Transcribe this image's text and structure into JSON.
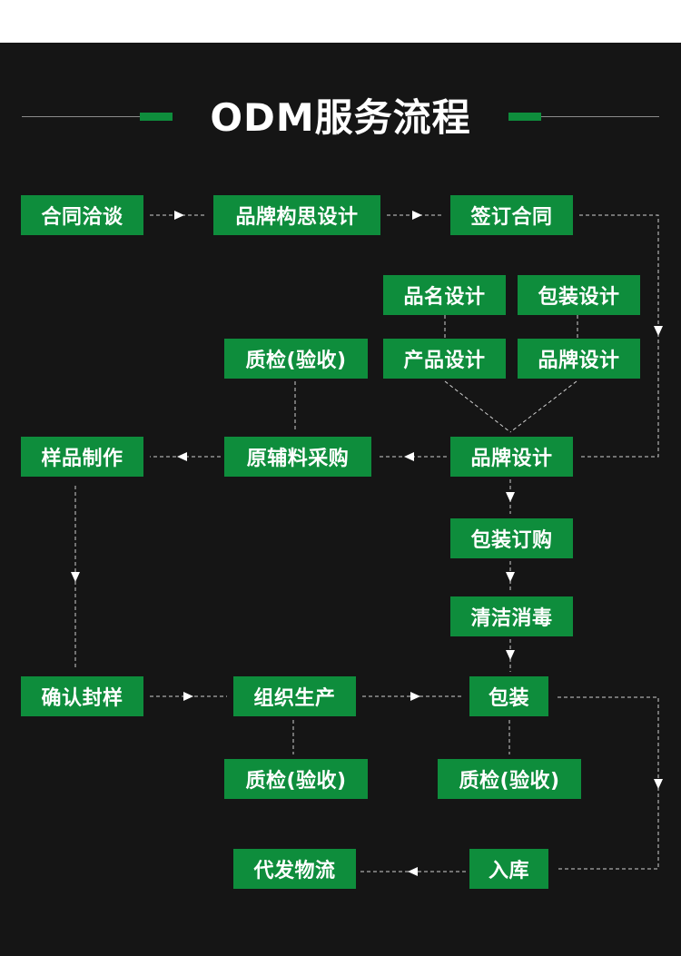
{
  "title": "ODM服务流程",
  "colors": {
    "background": "#151515",
    "node": "#0e8d3c",
    "text": "#ffffff",
    "connector": "#d0d0d0"
  },
  "nodes": {
    "contract_negotiation": "合同洽谈",
    "brand_concept_design": "品牌构思设计",
    "sign_contract": "签订合同",
    "product_name_design": "品名设计",
    "package_design": "包装设计",
    "product_design": "产品设计",
    "brand_design_sub": "品牌设计",
    "quality_check_1": "质检(验收)",
    "sample_making": "样品制作",
    "material_purchase": "原辅料采购",
    "brand_design": "品牌设计",
    "package_order": "包装订购",
    "clean_disinfect": "清洁消毒",
    "confirm_sample": "确认封样",
    "organize_production": "组织生产",
    "packaging": "包装",
    "quality_check_2": "质检(验收)",
    "quality_check_3": "质检(验收)",
    "warehousing": "入库",
    "logistics": "代发物流"
  }
}
